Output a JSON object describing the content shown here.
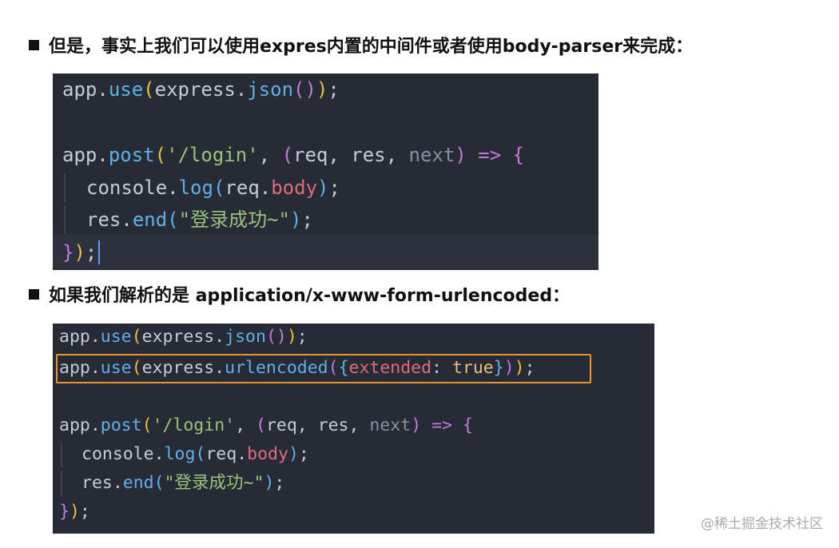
{
  "heading1": "但是，事实上我们可以使用expres内置的中间件或者使用body-parser来完成：",
  "heading2": "如果我们解析的是 application/x-www-form-urlencoded：",
  "watermark": "@稀土掘金技术社区",
  "code_block_1": {
    "lines": [
      [
        {
          "t": "app",
          "c": "var"
        },
        {
          "t": ".",
          "c": "punc"
        },
        {
          "t": "use",
          "c": "fn"
        },
        {
          "t": "(",
          "c": "paren1"
        },
        {
          "t": "express",
          "c": "var"
        },
        {
          "t": ".",
          "c": "punc"
        },
        {
          "t": "json",
          "c": "fn"
        },
        {
          "t": "(",
          "c": "paren2"
        },
        {
          "t": ")",
          "c": "paren2"
        },
        {
          "t": ")",
          "c": "paren1"
        },
        {
          "t": ";",
          "c": "punc"
        }
      ],
      [],
      [
        {
          "t": "app",
          "c": "var"
        },
        {
          "t": ".",
          "c": "punc"
        },
        {
          "t": "post",
          "c": "fn"
        },
        {
          "t": "(",
          "c": "paren1"
        },
        {
          "t": "'/login'",
          "c": "str"
        },
        {
          "t": ", ",
          "c": "punc"
        },
        {
          "t": "(",
          "c": "paren2"
        },
        {
          "t": "req",
          "c": "param"
        },
        {
          "t": ", ",
          "c": "punc"
        },
        {
          "t": "res",
          "c": "param"
        },
        {
          "t": ", ",
          "c": "punc"
        },
        {
          "t": "next",
          "c": "dim"
        },
        {
          "t": ")",
          "c": "paren2"
        },
        {
          "t": " ",
          "c": "punc"
        },
        {
          "t": "=>",
          "c": "op"
        },
        {
          "t": " ",
          "c": "punc"
        },
        {
          "t": "{",
          "c": "paren2"
        }
      ],
      [
        {
          "t": "console",
          "c": "var"
        },
        {
          "t": ".",
          "c": "punc"
        },
        {
          "t": "log",
          "c": "fn"
        },
        {
          "t": "(",
          "c": "paren3"
        },
        {
          "t": "req",
          "c": "var"
        },
        {
          "t": ".",
          "c": "punc"
        },
        {
          "t": "body",
          "c": "prop"
        },
        {
          "t": ")",
          "c": "paren3"
        },
        {
          "t": ";",
          "c": "punc"
        }
      ],
      [
        {
          "t": "res",
          "c": "var"
        },
        {
          "t": ".",
          "c": "punc"
        },
        {
          "t": "end",
          "c": "fn"
        },
        {
          "t": "(",
          "c": "paren3"
        },
        {
          "t": "\"登录成功~\"",
          "c": "str"
        },
        {
          "t": ")",
          "c": "paren3"
        },
        {
          "t": ";",
          "c": "punc"
        }
      ],
      [
        {
          "t": "}",
          "c": "paren2"
        },
        {
          "t": ")",
          "c": "paren1"
        },
        {
          "t": ";",
          "c": "punc"
        }
      ]
    ]
  },
  "code_block_2": {
    "lines": [
      [
        {
          "t": "app",
          "c": "var"
        },
        {
          "t": ".",
          "c": "punc"
        },
        {
          "t": "use",
          "c": "fn"
        },
        {
          "t": "(",
          "c": "paren1"
        },
        {
          "t": "express",
          "c": "var"
        },
        {
          "t": ".",
          "c": "punc"
        },
        {
          "t": "json",
          "c": "fn"
        },
        {
          "t": "(",
          "c": "paren2"
        },
        {
          "t": ")",
          "c": "paren2"
        },
        {
          "t": ")",
          "c": "paren1"
        },
        {
          "t": ";",
          "c": "punc"
        }
      ],
      [
        {
          "t": "app",
          "c": "var"
        },
        {
          "t": ".",
          "c": "punc"
        },
        {
          "t": "use",
          "c": "fn"
        },
        {
          "t": "(",
          "c": "paren1"
        },
        {
          "t": "express",
          "c": "var"
        },
        {
          "t": ".",
          "c": "punc"
        },
        {
          "t": "urlencoded",
          "c": "fn"
        },
        {
          "t": "(",
          "c": "paren2"
        },
        {
          "t": "{",
          "c": "paren3"
        },
        {
          "t": "extended",
          "c": "prop"
        },
        {
          "t": ": ",
          "c": "punc"
        },
        {
          "t": "true",
          "c": "bool"
        },
        {
          "t": "}",
          "c": "paren3"
        },
        {
          "t": ")",
          "c": "paren2"
        },
        {
          "t": ")",
          "c": "paren1"
        },
        {
          "t": ";",
          "c": "punc"
        }
      ],
      [],
      [
        {
          "t": "app",
          "c": "var"
        },
        {
          "t": ".",
          "c": "punc"
        },
        {
          "t": "post",
          "c": "fn"
        },
        {
          "t": "(",
          "c": "paren1"
        },
        {
          "t": "'/login'",
          "c": "str"
        },
        {
          "t": ", ",
          "c": "punc"
        },
        {
          "t": "(",
          "c": "paren2"
        },
        {
          "t": "req",
          "c": "param"
        },
        {
          "t": ", ",
          "c": "punc"
        },
        {
          "t": "res",
          "c": "param"
        },
        {
          "t": ", ",
          "c": "punc"
        },
        {
          "t": "next",
          "c": "dim"
        },
        {
          "t": ")",
          "c": "paren2"
        },
        {
          "t": " ",
          "c": "punc"
        },
        {
          "t": "=>",
          "c": "op"
        },
        {
          "t": " ",
          "c": "punc"
        },
        {
          "t": "{",
          "c": "paren2"
        }
      ],
      [
        {
          "t": "console",
          "c": "var"
        },
        {
          "t": ".",
          "c": "punc"
        },
        {
          "t": "log",
          "c": "fn"
        },
        {
          "t": "(",
          "c": "paren3"
        },
        {
          "t": "req",
          "c": "var"
        },
        {
          "t": ".",
          "c": "punc"
        },
        {
          "t": "body",
          "c": "prop"
        },
        {
          "t": ")",
          "c": "paren3"
        },
        {
          "t": ";",
          "c": "punc"
        }
      ],
      [
        {
          "t": "res",
          "c": "var"
        },
        {
          "t": ".",
          "c": "punc"
        },
        {
          "t": "end",
          "c": "fn"
        },
        {
          "t": "(",
          "c": "paren3"
        },
        {
          "t": "\"登录成功~\"",
          "c": "str"
        },
        {
          "t": ")",
          "c": "paren3"
        },
        {
          "t": ";",
          "c": "punc"
        }
      ],
      [
        {
          "t": "}",
          "c": "paren2"
        },
        {
          "t": ")",
          "c": "paren1"
        },
        {
          "t": ";",
          "c": "punc"
        }
      ]
    ]
  },
  "colors": {
    "editor_bg": "#272b36",
    "highlight_border": "#e8952f",
    "caret": "#5aa0ff"
  }
}
